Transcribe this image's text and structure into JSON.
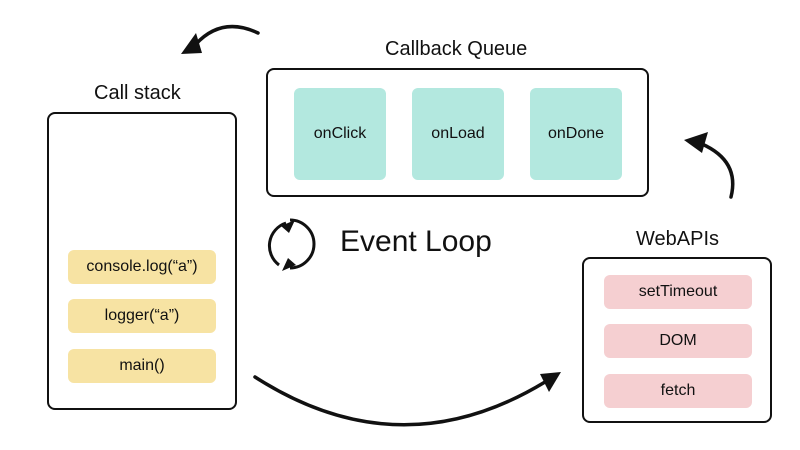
{
  "call_stack": {
    "title": "Call stack",
    "frames": [
      "console.log(“a”)",
      "logger(“a”)",
      "main()"
    ]
  },
  "callback_queue": {
    "title": "Callback Queue",
    "items": [
      "onClick",
      "onLoad",
      "onDone"
    ]
  },
  "web_apis": {
    "title": "WebAPIs",
    "items": [
      "setTimeout",
      "DOM",
      "fetch"
    ]
  },
  "event_loop": {
    "label": "Event Loop"
  },
  "colors": {
    "stack_frame": "#f7e3a3",
    "queue_item": "#b3e8df",
    "web_api_item": "#f5cfd1",
    "outline": "#111111"
  }
}
